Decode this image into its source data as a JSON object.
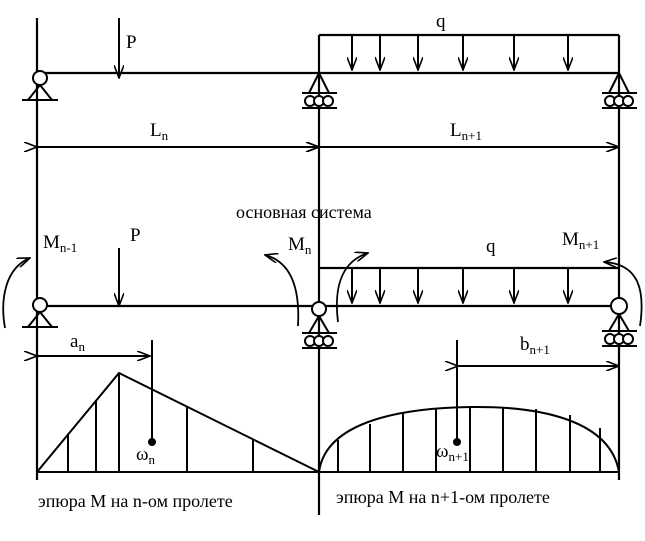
{
  "labels": {
    "P_top": "P",
    "q_top": "q",
    "Ln": {
      "main": "L",
      "sub": "n"
    },
    "Ln1": {
      "main": "L",
      "sub": "n+1"
    },
    "basic_system": "основная система",
    "Mn_1": {
      "main": "M",
      "sub": "n-1"
    },
    "P_mid": "P",
    "Mn": {
      "main": "M",
      "sub": "n"
    },
    "q_mid": "q",
    "Mn1": {
      "main": "M",
      "sub": "n+1"
    },
    "an": {
      "main": "a",
      "sub": "n"
    },
    "bn1": {
      "main": "b",
      "sub": "n+1"
    },
    "omega_n": {
      "main": "ω",
      "sub": "n"
    },
    "omega_n1": {
      "main": "ω",
      "sub": "n+1"
    },
    "caption_left": "эпюра М на n-ом пролете",
    "caption_right": "эпюра М на n+1-ом пролете"
  }
}
